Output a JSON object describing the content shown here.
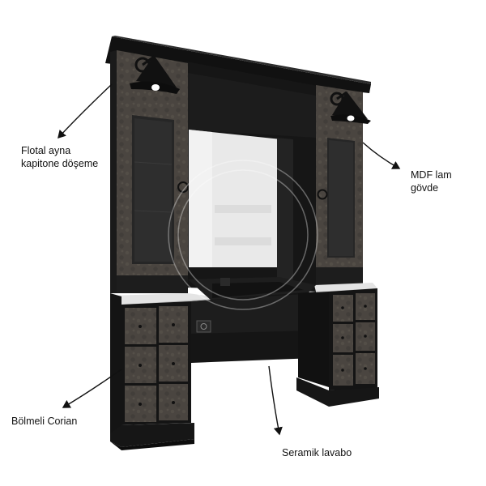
{
  "labels": {
    "mirror": {
      "line1": "Flotal ayna",
      "line2": "kapitone döşeme"
    },
    "body": {
      "line1": "MDF lam",
      "line2": "gövde"
    },
    "countertop": {
      "text": "Bölmeli Corian"
    },
    "sink": {
      "text": "Seramik lavabo"
    }
  },
  "colors": {
    "frame": "#141414",
    "wood": "#4b4640",
    "glass": "#2a2a2a",
    "mirror": "#ececec",
    "counter": "#e2e2e2",
    "arrow": "#111111"
  },
  "icons": [
    "wall-lamp-icon",
    "door-knob-icon",
    "drawer-knob-icon",
    "electrical-socket-icon",
    "watermark-logo"
  ]
}
